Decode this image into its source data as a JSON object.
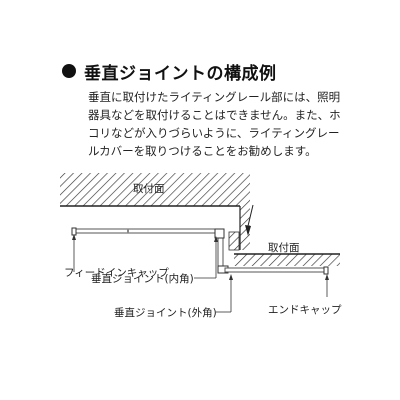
{
  "heading": "垂直ジョイントの構成例",
  "description": "垂直に取付けたライティングレール部には、照明器具などを取付けることはできません。また、ホコリなどが入りづらいように、ライティングレールカバーを取りつけることをお勧めします。",
  "diagram": {
    "top_surface_label": "取付面",
    "side_surface_label": "取付面",
    "feed_in_cap_label": "フィードインキャップ",
    "inner_joint_label": "垂直ジョイント(内角)",
    "outer_joint_label": "垂直ジョイント(外角)",
    "end_cap_label": "エンドキャップ"
  }
}
